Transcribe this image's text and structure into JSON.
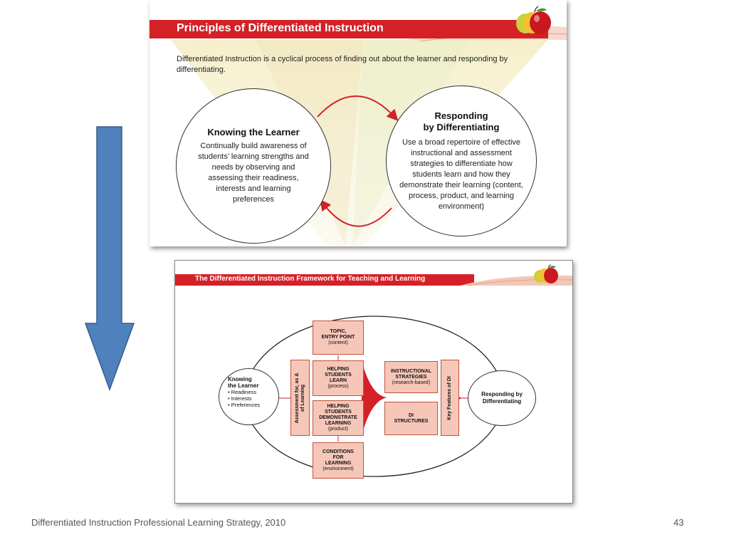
{
  "colors": {
    "arrow_blue": "#4f81bd",
    "title_red": "#d42127",
    "box_fill": "#f6c7b9",
    "box_border": "#c4513b"
  },
  "slide1": {
    "title": "Principles of Differentiated Instruction",
    "intro": "Differentiated Instruction is a cyclical process of finding out about the learner and responding by differentiating.",
    "knowing": {
      "heading": "Knowing the Learner",
      "body": "Continually build awareness of students’ learning strengths and needs by observing and assessing their readiness, interests and learning preferences"
    },
    "responding": {
      "heading_line1": "Responding",
      "heading_line2": "by Differentiating",
      "body": "Use a broad repertoire of effective instructional and assessment strategies to differentiate how students learn and how they demonstrate their learning (content, process, product, and learning environment)"
    }
  },
  "slide2": {
    "title": "The Differentiated Instruction Framework for Teaching and Learning",
    "knowing": {
      "line1": "Knowing",
      "line2": "the Learner",
      "bullets": [
        "• Readiness",
        "• Interests",
        "• Preferences"
      ]
    },
    "assessment_label_1": "Assessment for, as &",
    "assessment_label_2": "of Learning",
    "topic": {
      "line1": "TOPIC,",
      "line2": "ENTRY POINT",
      "line3": "(content)"
    },
    "helping_learn": {
      "line1": "HELPING",
      "line2": "STUDENTS",
      "line3": "LEARN",
      "line4": "(process)"
    },
    "helping_demo": {
      "line1": "HELPING",
      "line2": "STUDENTS",
      "line3": "DEMONSTRATE",
      "line4": "LEARNING",
      "line5": "(product)"
    },
    "conditions": {
      "line1": "CONDITIONS",
      "line2": "FOR",
      "line3": "LEARNING",
      "line4": "(environment)"
    },
    "strategies": {
      "line1": "INSTRUCTIONAL",
      "line2": "STRATEGIES",
      "line3": "(research-based)"
    },
    "structures": {
      "line1": "DI",
      "line2": "STRUCTURES"
    },
    "key_features": "Key Features of DI",
    "responding": {
      "line1": "Responding by",
      "line2": "Differentiating"
    }
  },
  "footer": {
    "left": "Differentiated Instruction Professional Learning Strategy, 2010",
    "page_number": "43"
  }
}
